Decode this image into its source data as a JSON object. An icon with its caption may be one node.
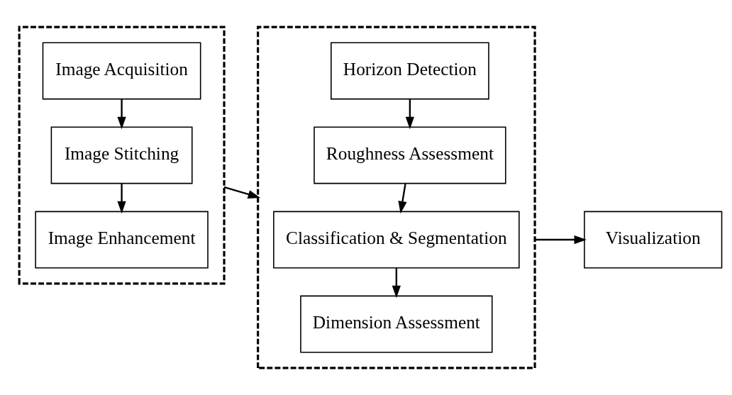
{
  "diagram": {
    "nodes": [
      {
        "text": [],
        "shape": "box"
      },
      {
        "text": [
          "Image Acquisition"
        ],
        "in": 0
      },
      {
        "text": [
          "Image Stitching"
        ],
        "in": 0
      },
      {
        "text": [
          "Image Enhancement"
        ],
        "in": 0
      },
      {
        "text": [],
        "shape": "box"
      },
      {
        "text": [
          "Horizon Detection"
        ],
        "in": 4
      },
      {
        "text": [
          "Roughness Assessment"
        ],
        "in": 4
      },
      {
        "text": [
          "Classification & Segmentation"
        ],
        "in": 4
      },
      {
        "text": [
          "Dimension Assessment"
        ],
        "in": 4
      },
      {
        "text": [
          "Visualization"
        ]
      }
    ],
    "edges": [
      {
        "from": 1,
        "to": 2,
        "arrow": "to"
      },
      {
        "from": 2,
        "to": 3,
        "arrow": "to"
      },
      {
        "from": 0,
        "to": 4,
        "arrow": "to"
      },
      {
        "from": 5,
        "to": 6,
        "arrow": "to"
      },
      {
        "from": 6,
        "to": 7,
        "arrow": "to"
      },
      {
        "from": 7,
        "to": 8,
        "arrow": "to"
      },
      {
        "from": 4,
        "to": 9,
        "arrow": "to"
      }
    ]
  }
}
